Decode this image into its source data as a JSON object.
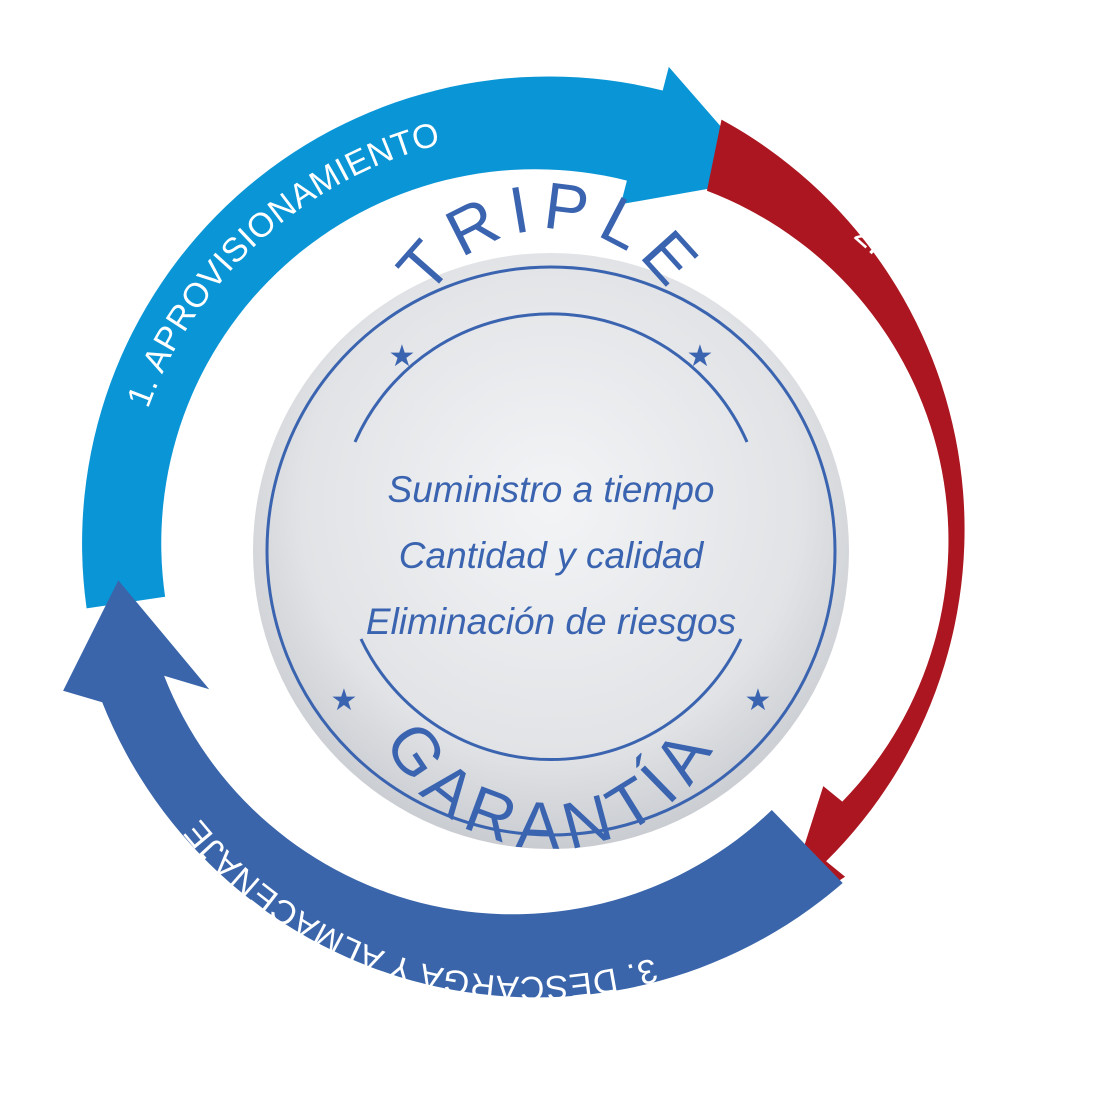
{
  "colors": {
    "step1": "#0a96d6",
    "step2": "#ac1620",
    "step3": "#3a65aa",
    "seal_text": "#3b64b0",
    "seal_fill_center": "#f3f4f6",
    "seal_fill_edge": "#c6c9ce"
  },
  "cycle": {
    "steps": [
      {
        "label": "1. APROVISIONAMIENTO"
      },
      {
        "label": "2. SERVICIO DE ENTREGAS"
      },
      {
        "label": "3. DESCARGA Y ALMACENAJE"
      }
    ]
  },
  "seal": {
    "top_word": "TRIPLE",
    "bottom_word": "GARANTÍA",
    "star_icon": "★",
    "lines": [
      "Suministro a tiempo",
      "Cantidad y calidad",
      "Eliminación de riesgos"
    ]
  }
}
